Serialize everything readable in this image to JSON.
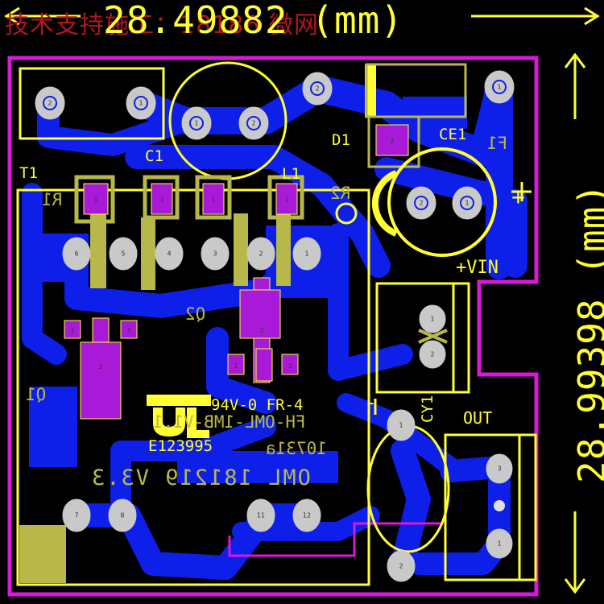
{
  "watermark": "技术支持施工：18186    微网",
  "dimensions": {
    "width": "28.49882 (mm)",
    "height": "28.99398 (mm)"
  },
  "silkscreen": {
    "T1": "T1",
    "C1": "C1",
    "L1": "L1",
    "D1": "D1",
    "CE1": "CE1",
    "F1": "F1",
    "R1": "R1",
    "R2": "R2",
    "Q1": "Q1",
    "Q2": "Q2",
    "VIN": "+VIN",
    "plus": "+",
    "minus": "-",
    "CY1": "CY1",
    "OUT": "OUT",
    "grade": "94V-0  FR-4",
    "part_mirror": "FH-OML-1MB-V1.1",
    "ul_code": "E123995",
    "lot_mirror": "10731a",
    "version_mirror": "OML 181219 V3.3"
  },
  "pads": {
    "t1": [
      "6",
      "5",
      "4",
      "3",
      "2",
      "1"
    ],
    "t1_bottom": [
      "7",
      "8",
      "11",
      "12"
    ],
    "j1": [
      "2",
      "1"
    ],
    "cap_round": [
      "1",
      "2"
    ],
    "ce1": [
      "2",
      "1"
    ],
    "f1": [
      "2",
      "1"
    ],
    "d1": "2",
    "vin": [
      "1",
      "2"
    ],
    "out": [
      "3",
      "1"
    ],
    "cy1": [
      "1",
      "2"
    ],
    "smd": "1",
    "q1": [
      "1",
      "3",
      "2"
    ],
    "q2": [
      "1",
      "2",
      "3"
    ]
  },
  "colors": {
    "board_bg": "#000000",
    "copper_bottom": "#0d1fe8",
    "board_outline": "#d81ad8",
    "silkscreen_top": "#ffff33",
    "silkscreen_bottom": "#b8b84a",
    "pad": "#c9c9c9",
    "smd_pad": "#a81ad8",
    "watermark": "#b3161a"
  }
}
